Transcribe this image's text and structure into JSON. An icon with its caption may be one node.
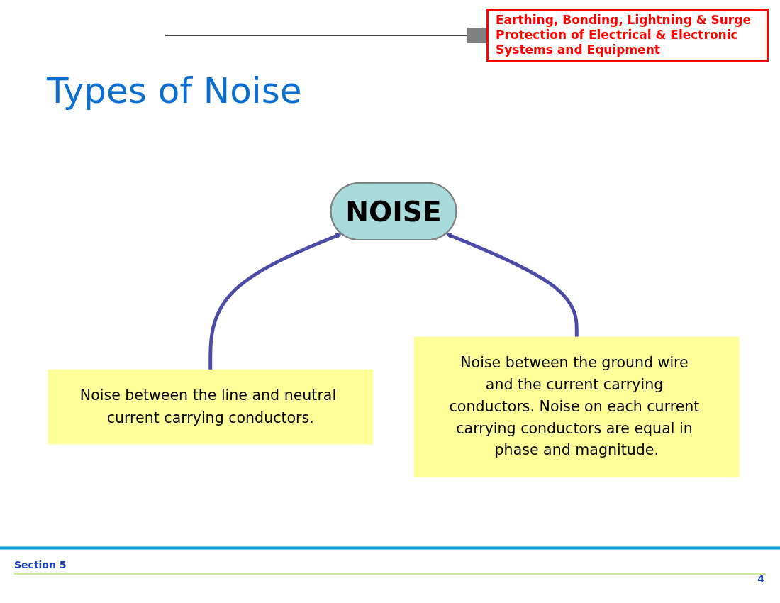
{
  "diagram": {
    "title": "Types of Noise",
    "nodes": [
      {
        "text": [
          "NOISE"
        ]
      },
      {
        "text": [
          "Noise between the line and neutral current carrying conductors."
        ]
      },
      {
        "text": [
          "Noise between the ground wire and the current carrying conductors. Noise on each current carrying conductors are equal in phase and magnitude."
        ]
      }
    ],
    "edges": [
      {
        "from": 1,
        "to": 0,
        "arrow": "to"
      },
      {
        "from": 2,
        "to": 0,
        "arrow": "to"
      }
    ],
    "labels": [
      "Earthing, Bonding, Lightning & Surge Protection of Electrical & Electronic Systems and Equipment",
      "Section 5",
      "4"
    ]
  }
}
